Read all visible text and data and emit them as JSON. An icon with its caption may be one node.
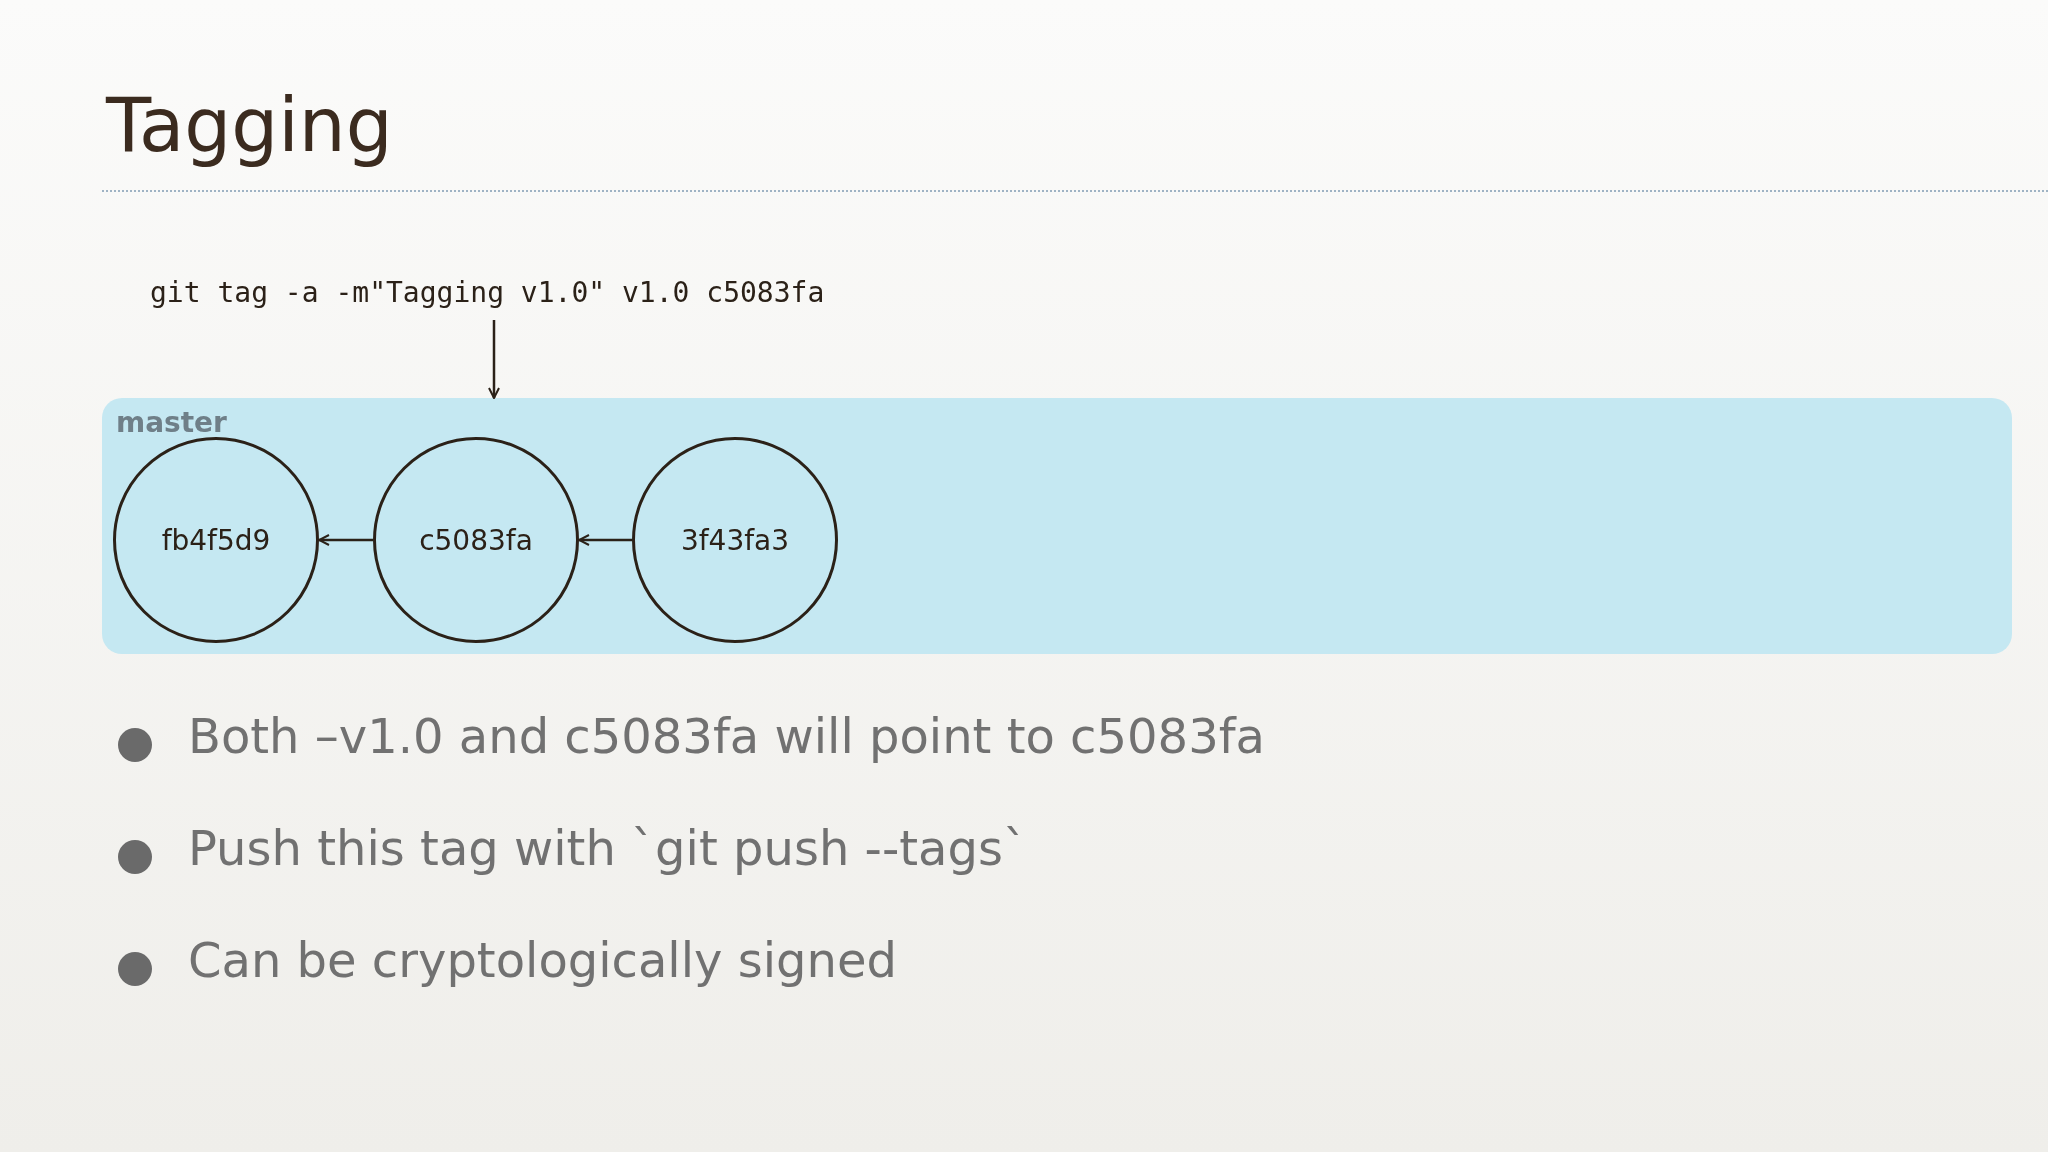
{
  "diagram": {
    "title": "Tagging",
    "nodes": [
      {
        "text": [
          "git tag -a -m\"Tagging v1.0\" v1.0 c5083fa"
        ]
      },
      {
        "text": [
          "master"
        ]
      },
      {
        "text": [
          "fb4f5d9"
        ],
        "in": 1
      },
      {
        "text": [
          "c5083fa"
        ],
        "in": 1
      },
      {
        "text": [
          "3f43fa3"
        ],
        "in": 1
      }
    ],
    "edges": [
      {
        "from": 0,
        "to": 1,
        "arrow": "to"
      },
      {
        "from": 3,
        "to": 2,
        "arrow": "to"
      },
      {
        "from": 4,
        "to": 3,
        "arrow": "to"
      }
    ],
    "labels": [
      "Both –v1.0 and c5083fa will point to c5083fa",
      "Push this tag with `git push --tags`",
      "Can be cryptologically signed"
    ]
  }
}
